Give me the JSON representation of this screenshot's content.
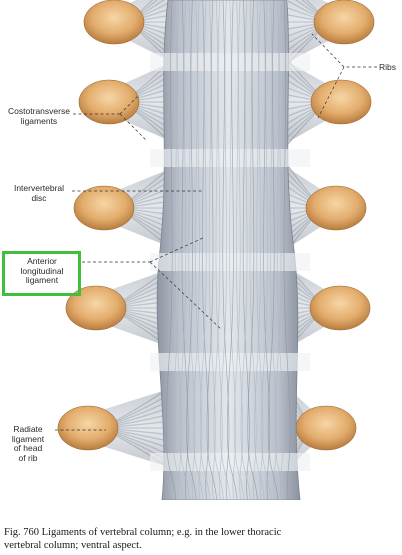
{
  "labels": {
    "ribs": "Ribs",
    "costotransverse": [
      "Costotransverse",
      "ligaments"
    ],
    "intervertebral": [
      "Intervertebral",
      "disc"
    ],
    "anterior": [
      "Anterior",
      "longitudinal",
      "ligament"
    ],
    "radiate": [
      "Radiate",
      "ligament",
      "of head",
      "of rib"
    ]
  },
  "caption": {
    "line1": "Fig. 760   Ligaments of vertebral column; e.g. in the lower thoracic",
    "line2": "vertebral column; ventral aspect."
  },
  "colors": {
    "highlight": "#3fbf3a",
    "bone": "#e8b377",
    "ligament": "#c9cfd8",
    "leader": "#333333"
  }
}
